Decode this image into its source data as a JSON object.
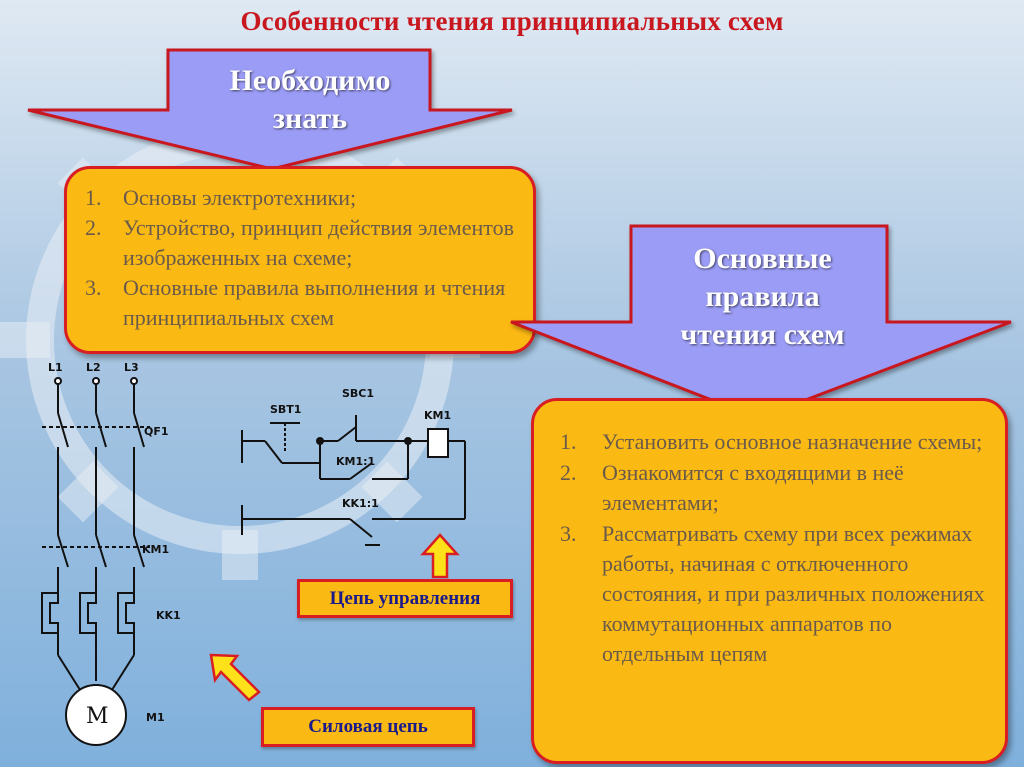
{
  "title": "Особенности чтения принципиальных схем",
  "arrow_know": {
    "line1": "Необходимо",
    "line2": "знать"
  },
  "list_know": [
    {
      "num": "1.",
      "text": "Основы электротехники;"
    },
    {
      "num": "2.",
      "text": "Устройство, принцип действия элементов изображенных на схеме;"
    },
    {
      "num": "3.",
      "text": "Основные правила выполнения и чтения принципиальных схем"
    }
  ],
  "arrow_rules": {
    "line1": "Основные",
    "line2": "правила",
    "line3": "чтения схем"
  },
  "list_rules": [
    {
      "num": "1.",
      "text": "Установить основное назначение схемы;"
    },
    {
      "num": "2.",
      "text": "Ознакомится с входящими в неё элементами;"
    },
    {
      "num": "3.",
      "text": "Рассматривать схему при всех режимах работы, начиная с отключенного состояния, и при различных положениях коммутационных аппаратов по отдельным цепям"
    }
  ],
  "tags": {
    "control_circuit": "Цепь управления",
    "power_circuit": "Силовая цепь"
  },
  "schematic": {
    "labels": {
      "l1": "L1",
      "l2": "L2",
      "l3": "L3",
      "qf1": "QF1",
      "km1_power": "KM1",
      "kk1_power": "KK1",
      "motor": "M",
      "m1": "M1",
      "sbt1": "SBT1",
      "sbc1": "SBC1",
      "km1_coil": "KM1",
      "km1_contact": "KM1:1",
      "kk1_contact": "KK1:1"
    }
  },
  "colors": {
    "title": "#c8171f",
    "box_fill": "#fbb914",
    "box_border": "#d81e22",
    "arrow_fill": "#9b9cf5",
    "tag_text": "#1a1a8a"
  }
}
